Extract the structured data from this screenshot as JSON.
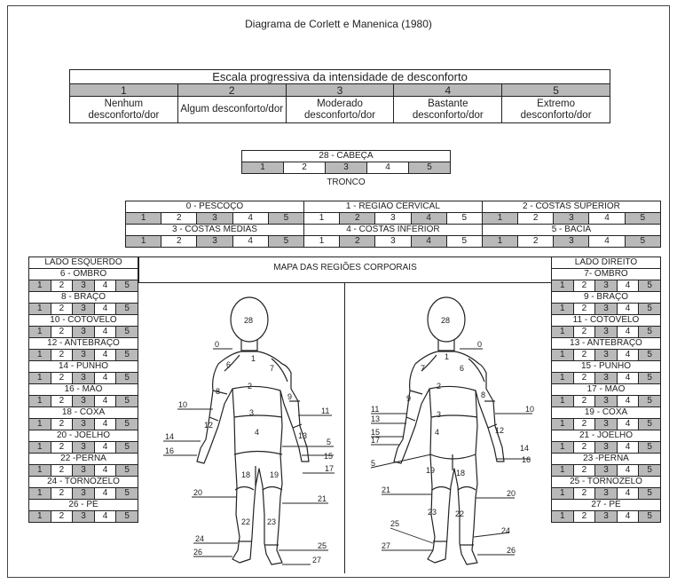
{
  "title": "Diagrama de Corlett e Manenica (1980)",
  "scale": {
    "header": "Escala progressiva da intensidade de desconforto",
    "levels": [
      {
        "num": "1",
        "desc": "Nenhum desconforto/dor"
      },
      {
        "num": "2",
        "desc": "Algum desconforto/dor"
      },
      {
        "num": "3",
        "desc": "Moderado desconforto/dor"
      },
      {
        "num": "4",
        "desc": "Bastante desconforto/dor"
      },
      {
        "num": "5",
        "desc": "Extremo desconforto/dor"
      }
    ]
  },
  "ratings": [
    "1",
    "2",
    "3",
    "4",
    "5"
  ],
  "head_region": "28 - CABEÇA",
  "trunk_label": "TRONCO",
  "trunk_regions": [
    "0 - PESCOÇO",
    "1 - REGIÃO CERVICAL",
    "2 - COSTAS SUPERIOR",
    "3 - COSTAS MÉDIAS",
    "4 - COSTAS INFERIOR",
    "5 - BACIA"
  ],
  "left_side": {
    "header": "LADO ESQUERDO",
    "regions": [
      "6 - OMBRO",
      "8 - BRAÇO",
      "10 - COTOVELO",
      "12 - ANTEBRAÇO",
      "14 - PUNHO",
      "16 - MÃO",
      "18 - COXA",
      "20 - JOELHO",
      "22 -PERNA",
      "24 - TORNOZELO",
      "26 - PÉ"
    ]
  },
  "right_side": {
    "header": "LADO DIREITO",
    "regions": [
      "7- OMBRO",
      "9 - BRAÇO",
      "11 - COTOVELO",
      "13 - ANTEBRAÇO",
      "15 - PUNHO",
      "17 - MÃO",
      "19 - COXA",
      "21 - JOELHO",
      "23 -PERNA",
      "25 - TORNOZELO",
      "27 - PÉ"
    ]
  },
  "map_title": "MAPA DAS REGIÕES CORPORAIS",
  "front_numbers": {
    "n28": "28",
    "n0": "0",
    "n1": "1",
    "n6": "6",
    "n7": "7",
    "n2": "2",
    "n8": "8",
    "n9": "9",
    "n10": "10",
    "n11": "11",
    "n3": "3",
    "n12": "12",
    "n13": "13",
    "n4": "4",
    "n14": "14",
    "n5": "5",
    "n15": "15",
    "n16": "16",
    "n17": "17",
    "n18": "18",
    "n19": "19",
    "n20": "20",
    "n21": "21",
    "n22": "22",
    "n23": "23",
    "n24": "24",
    "n25": "25",
    "n26": "26",
    "n27": "27"
  },
  "back_numbers": {
    "n28": "28",
    "n0": "0",
    "n1": "1",
    "n7": "7",
    "n6": "6",
    "n2": "2",
    "n9": "9",
    "n8": "8",
    "n11": "11",
    "n13": "13",
    "n10": "10",
    "n3": "3",
    "n15": "15",
    "n17": "17",
    "n4": "4",
    "n12": "12",
    "n14": "14",
    "n16": "16",
    "n5": "5",
    "n19": "19",
    "n18": "18",
    "n21": "21",
    "n20": "20",
    "n23": "23",
    "n22": "22",
    "n25": "25",
    "n24": "24",
    "n27": "27",
    "n26": "26"
  },
  "colors": {
    "grey_cell": "#b9b9b9",
    "line": "#222222"
  }
}
